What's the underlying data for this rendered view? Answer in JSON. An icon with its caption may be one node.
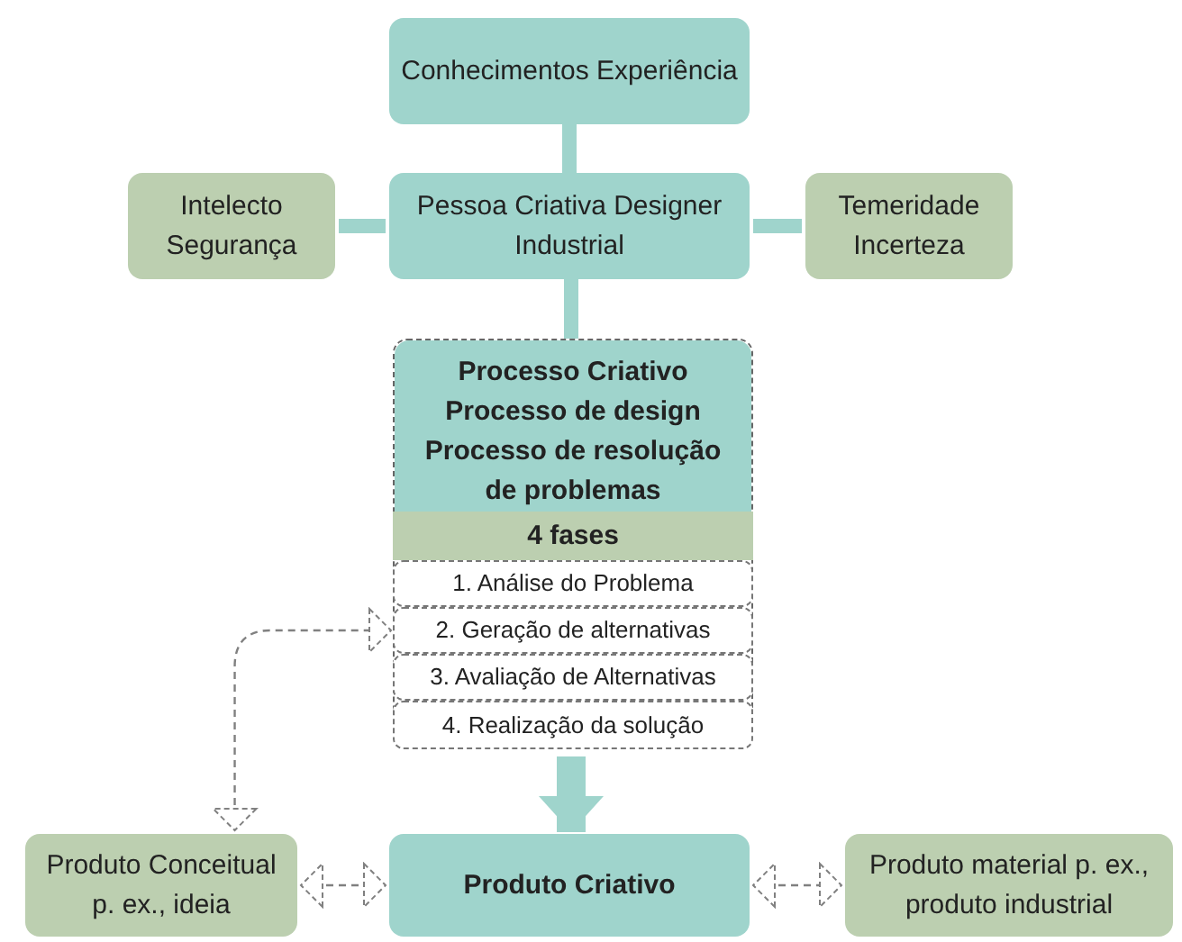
{
  "diagram": {
    "nodes": [
      {
        "text": [
          "Conhecimentos Experiência"
        ]
      },
      {
        "text": [
          "Pessoa Criativa Designer Industrial"
        ]
      },
      {
        "text": [
          "Intelecto Segurança"
        ]
      },
      {
        "text": [
          "Temeridade Incerteza"
        ]
      },
      {
        "text": [
          "Processo Criativo Processo de design Processo de resolução de problemas"
        ]
      },
      {
        "text": [
          "4 fases"
        ],
        "in": 4
      },
      {
        "text": [
          "1. Análise do Problema"
        ],
        "in": 4
      },
      {
        "text": [
          "2. Geração de alternativas"
        ],
        "in": 4
      },
      {
        "text": [
          "3. Avaliação de Alternativas"
        ],
        "in": 4
      },
      {
        "text": [
          "4. Realização da solução"
        ],
        "in": 4
      },
      {
        "text": [
          "Produto Conceitual p. ex., ideia"
        ]
      },
      {
        "text": [
          "Produto Criativo"
        ]
      },
      {
        "text": [
          "Produto material p. ex., produto industrial"
        ]
      }
    ],
    "edges": [
      {
        "from": 0,
        "to": 1,
        "arrow": "none"
      },
      {
        "from": 2,
        "to": 1,
        "arrow": "none"
      },
      {
        "from": 1,
        "to": 3,
        "arrow": "none"
      },
      {
        "from": 1,
        "to": 4,
        "arrow": "none"
      },
      {
        "from": 4,
        "to": 11,
        "arrow": "to",
        "style": "thick"
      },
      {
        "from": 10,
        "to": 7,
        "arrow": "both",
        "style": "dashed",
        "color": "#808080"
      },
      {
        "from": 10,
        "to": 11,
        "arrow": "both",
        "style": "dashed",
        "color": "#808080"
      },
      {
        "from": 11,
        "to": 12,
        "arrow": "both",
        "style": "dashed",
        "color": "#808080"
      }
    ]
  }
}
